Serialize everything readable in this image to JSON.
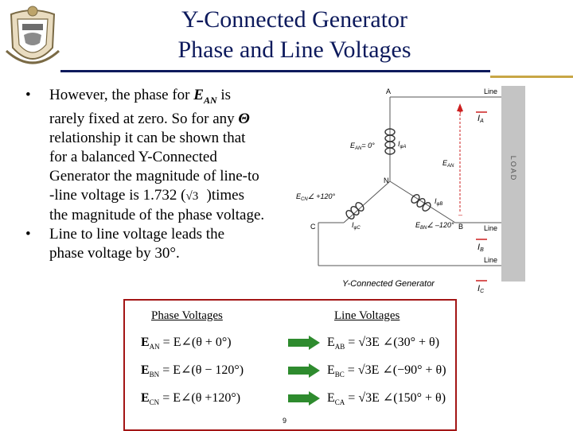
{
  "header": {
    "title_line1": "Y-Connected Generator",
    "title_line2": "Phase and Line Voltages"
  },
  "colors": {
    "title": "#0d1a5c",
    "rule_gold": "#c8a645",
    "box_border": "#a31515",
    "arrow_green": "#2e8b2e",
    "load_panel": "#c4c4c4",
    "phase_red": "#cc1f1f"
  },
  "icons": {
    "crest": "naval-academy-crest-icon",
    "arrows": "green-right-arrow-icon"
  },
  "bullets": [
    {
      "lead": "However, the phase for ",
      "symbol": "EAN",
      "body_line1_rest": " is",
      "line2": "rarely fixed at zero. So for any ",
      "theta": "Θ",
      "line3": "relationship it can be shown that",
      "line4": "for a balanced Y-Connected",
      "line5": "Generator the magnitude of line-to",
      "line6a": "-line voltage is 1.732 (",
      "sqrt3": "√3",
      "line6b": ")times",
      "line7": "the magnitude of the phase voltage."
    },
    {
      "line1": "Line to line voltage leads the",
      "line2": "phase voltage by 30°."
    }
  ],
  "diagram": {
    "caption": "Y-Connected Generator",
    "node_a": "A",
    "node_b": "B",
    "node_c": "C",
    "node_n": "N",
    "line_label": "Line",
    "load_label": "LOAD",
    "plus": "+",
    "minus": "–",
    "ia": "I",
    "ia_sub": "A",
    "ib": "I",
    "ib_sub": "B",
    "ic": "I",
    "ic_sub": "C",
    "ean": "E",
    "ean_sub": "AN",
    "ean_angle": "= 0°",
    "ecn": "E",
    "ecn_sub": "CN",
    "ecn_angle": "∠ +120°",
    "ebn": "E",
    "ebn_sub": "BN",
    "ebn_angle": "∠ –120°",
    "iax": "I",
    "iax_sub": "φA",
    "ibx": "I",
    "ibx_sub": "φB",
    "icx": "I",
    "icx_sub": "φC",
    "ean_vec": "E",
    "ean_vec_sub": "AN"
  },
  "formulas": {
    "phase_header": "Phase Voltages",
    "line_header": "Line Voltages",
    "phase": [
      {
        "sym": "E",
        "sub": "AN",
        "rhs": "= E∠(θ + 0°)"
      },
      {
        "sym": "E",
        "sub": "BN",
        "rhs": "= E∠(θ − 120°)"
      },
      {
        "sym": "E",
        "sub": "CN",
        "rhs": "= E∠(θ +120°)"
      }
    ],
    "line": [
      {
        "sym": "E",
        "sub": "AB",
        "rhs": "= √3E ∠(30° + θ)"
      },
      {
        "sym": "E",
        "sub": "BC",
        "rhs": "= √3E ∠(−90° + θ)"
      },
      {
        "sym": "E",
        "sub": "CA",
        "rhs": "= √3E ∠(150° + θ)"
      }
    ]
  },
  "footer": {
    "page_number": "9"
  }
}
